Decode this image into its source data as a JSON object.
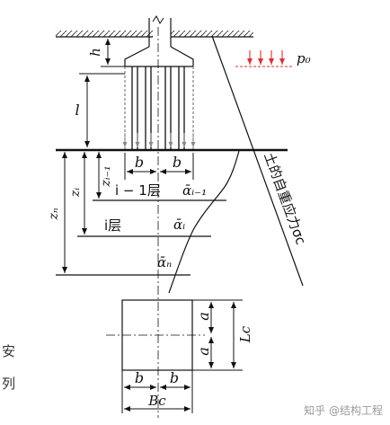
{
  "labels": {
    "h": "h",
    "p0": "p₀",
    "l": "l",
    "b": "b",
    "zi_minus_1": "zᵢ₋₁",
    "zi": "zᵢ",
    "zn": "zₙ",
    "layer_i_minus_1": "i − 1层",
    "layer_i": "i层",
    "alpha_i_minus_1": "ᾱᵢ₋₁",
    "alpha_i": "ᾱᵢ",
    "alpha_n": "ᾱₙ",
    "self_weight_stress": "土的自重应力σc",
    "a": "a",
    "Lc": "Lc",
    "Bc": "Bc"
  },
  "edge_text": {
    "line1": "安",
    "line2": "列"
  },
  "watermark": "知乎 @结构工程"
}
